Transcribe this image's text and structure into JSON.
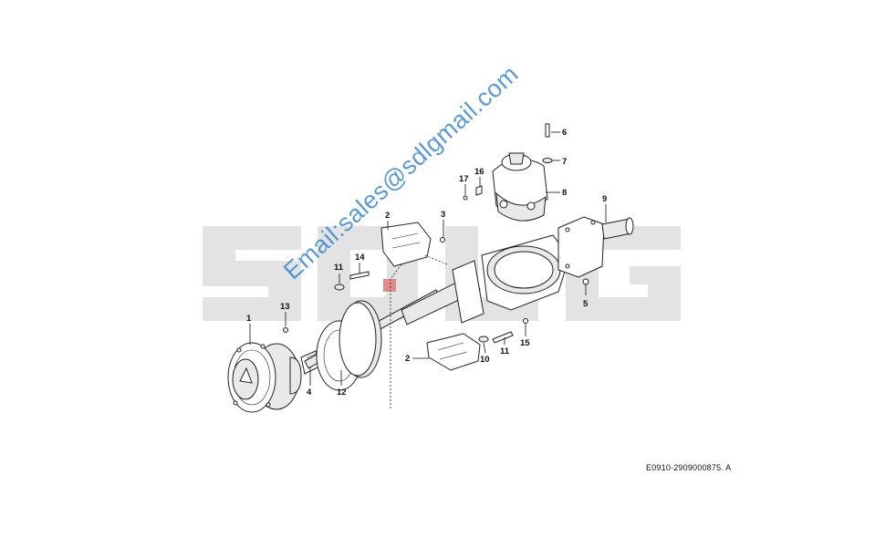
{
  "watermark": {
    "logo": "SDLG",
    "email": "Email:sales@sdlgmail.com",
    "logo_color": "#e3e3e3",
    "logo_accent_color": "#e08a8a",
    "email_color": "#2c7fd0"
  },
  "drawing_code": "E0910-2909000875. A",
  "callouts": [
    "1",
    "2",
    "2",
    "3",
    "4",
    "5",
    "6",
    "7",
    "8",
    "9",
    "10",
    "11",
    "11",
    "12",
    "13",
    "14",
    "15",
    "16",
    "17"
  ]
}
